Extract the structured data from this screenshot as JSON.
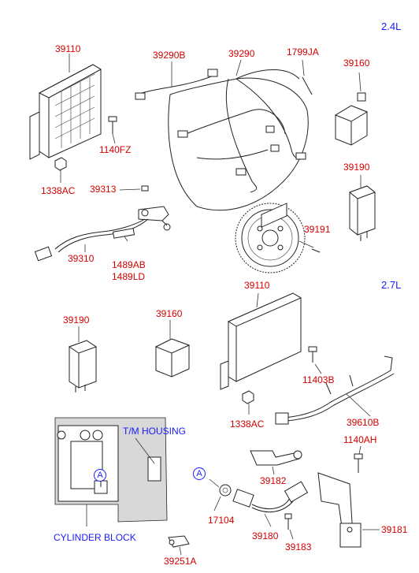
{
  "variants": {
    "top": "2.4L",
    "bottom": "2.7L"
  },
  "parts": {
    "p39110_top": "39110",
    "p39290B": "39290B",
    "p39290": "39290",
    "p1799JA": "1799JA",
    "p39160_top": "39160",
    "p1140FZ": "1140FZ",
    "p1338AC_top": "1338AC",
    "p39313": "39313",
    "p39190_top": "39190",
    "p39191": "39191",
    "p39310": "39310",
    "p1489AB": "1489AB",
    "p1489LD": "1489LD",
    "p39110_bot": "39110",
    "p39190_bot": "39190",
    "p39160_bot": "39160",
    "p11403B": "11403B",
    "p1338AC_bot": "1338AC",
    "p39610B": "39610B",
    "p1140AH": "1140AH",
    "p39182": "39182",
    "p39181": "39181",
    "p17104": "17104",
    "p39180": "39180",
    "p39183": "39183",
    "p39251A": "39251A"
  },
  "callouts": {
    "tm_housing": "T/M HOUSING",
    "cylinder_block": "CYLINDER BLOCK",
    "ref_a": "A",
    "ref_a_inset": "A"
  }
}
